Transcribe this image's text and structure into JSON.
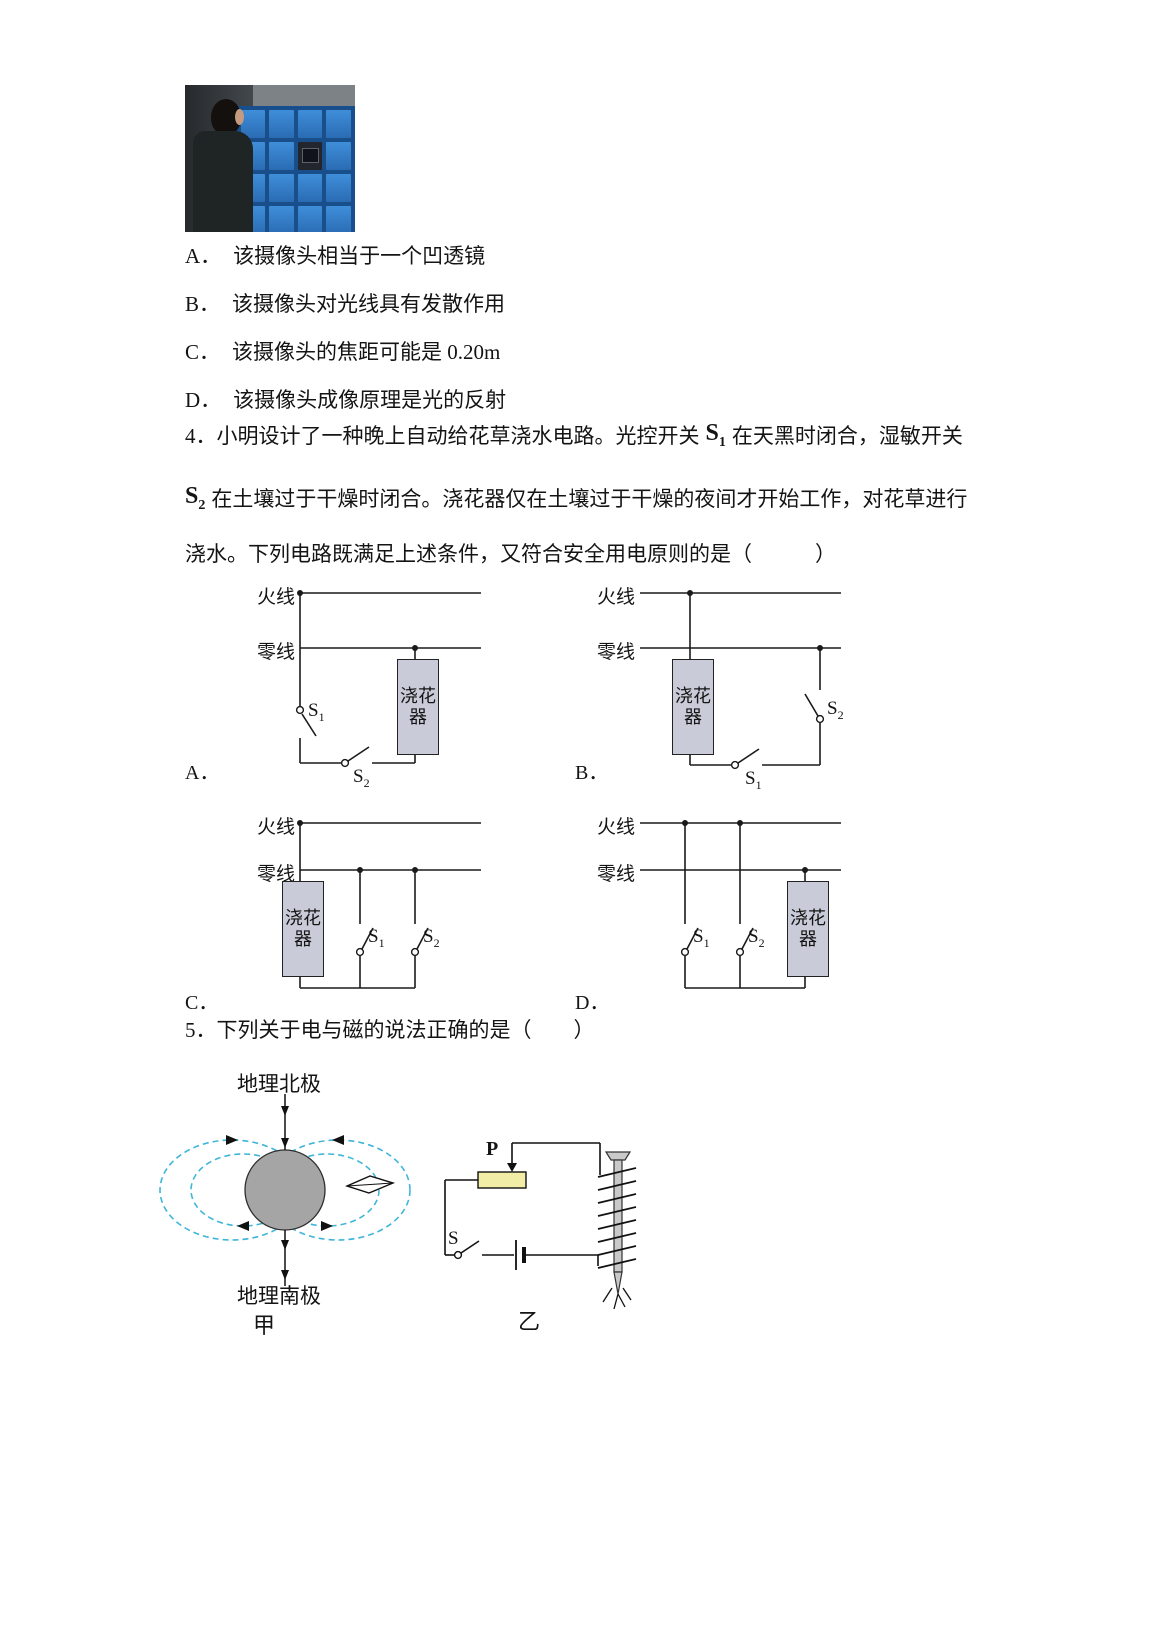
{
  "colors": {
    "locker_blue": "#2f6db5",
    "device_box_fill": "#c9cbd8",
    "field_line_cyan": "#3fb6d9",
    "rheostat_yellow": "#f2eda6"
  },
  "q3": {
    "options": [
      {
        "label": "A．",
        "text": "该摄像头相当于一个凹透镜"
      },
      {
        "label": "B．",
        "text": "该摄像头对光线具有发散作用"
      },
      {
        "label": "C．",
        "text": "该摄像头的焦距可能是 0.20m"
      },
      {
        "label": "D．",
        "text": "该摄像头成像原理是光的反射"
      }
    ]
  },
  "q4": {
    "l1a": "4．小明设计了一种晚上自动给花草浇水电路。光控开关",
    "s": "S",
    "sub1": "1",
    "sub2": "2",
    "l1b": "在天黑时闭合，湿敏开关",
    "l2b": "在土壤过于干燥时闭合。浇花器仅在土壤过于干燥的夜间才开始工作，对花草进行",
    "l3": "浇水。下列电路既满足上述条件，又符合安全用电原则的是（　　　）"
  },
  "circuits": {
    "live": "火线",
    "neutral": "零线",
    "device": "浇花器",
    "s": "S",
    "sub1": "1",
    "sub2": "2",
    "labels": {
      "a": "A．",
      "b": "B．",
      "c": "C．",
      "d": "D．"
    }
  },
  "q5": "5．下列关于电与磁的说法正确的是（　　）",
  "jia": {
    "north": "地理北极",
    "south": "地理南极",
    "caption": "甲"
  },
  "yi": {
    "p": "P",
    "s": "S",
    "caption": "乙"
  }
}
